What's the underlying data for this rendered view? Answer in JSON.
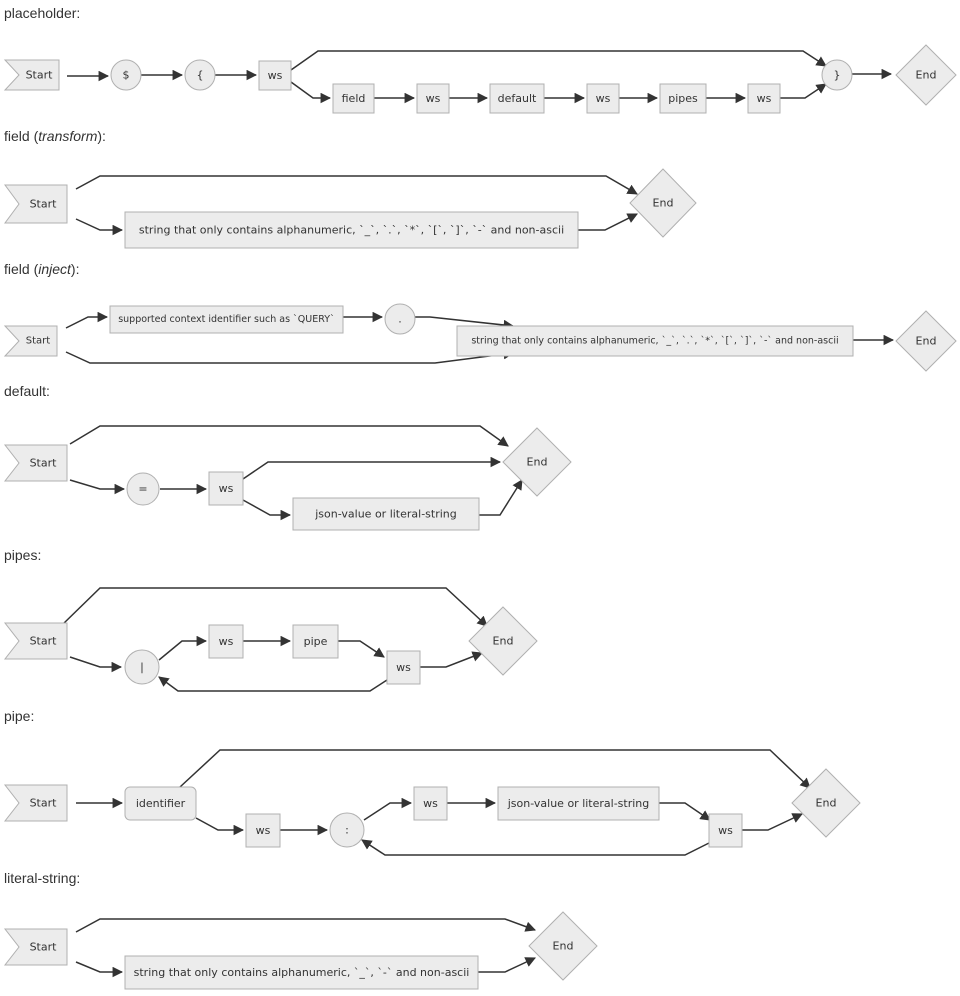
{
  "sections": [
    {
      "title": "placeholder:",
      "nodes": [
        {
          "id": "start",
          "label": "Start"
        },
        {
          "id": "dollar",
          "label": "$"
        },
        {
          "id": "lbrace",
          "label": "{"
        },
        {
          "id": "ws1",
          "label": "ws"
        },
        {
          "id": "field",
          "label": "field"
        },
        {
          "id": "ws2",
          "label": "ws"
        },
        {
          "id": "default",
          "label": "default"
        },
        {
          "id": "ws3",
          "label": "ws"
        },
        {
          "id": "pipes",
          "label": "pipes"
        },
        {
          "id": "ws4",
          "label": "ws"
        },
        {
          "id": "rbrace",
          "label": "}"
        },
        {
          "id": "end",
          "label": "End"
        }
      ]
    },
    {
      "title_prefix": "field (",
      "title_italic": "transform",
      "title_suffix": "):",
      "nodes": [
        {
          "id": "start",
          "label": "Start"
        },
        {
          "id": "str",
          "label": "string that only contains alphanumeric, `_`, `.`, `*`, `[`, `]`, `-` and non-ascii"
        },
        {
          "id": "end",
          "label": "End"
        }
      ]
    },
    {
      "title_prefix": "field (",
      "title_italic": "inject",
      "title_suffix": "):",
      "nodes": [
        {
          "id": "start",
          "label": "Start"
        },
        {
          "id": "ctx",
          "label": "supported context identifier such as `QUERY`"
        },
        {
          "id": "dot",
          "label": "."
        },
        {
          "id": "str",
          "label": "string that only contains alphanumeric, `_`, `.`, `*`, `[`, `]`, `-` and non-ascii"
        },
        {
          "id": "end",
          "label": "End"
        }
      ]
    },
    {
      "title": "default:",
      "nodes": [
        {
          "id": "start",
          "label": "Start"
        },
        {
          "id": "eq",
          "label": "="
        },
        {
          "id": "ws",
          "label": "ws"
        },
        {
          "id": "json",
          "label": "json-value or literal-string"
        },
        {
          "id": "end",
          "label": "End"
        }
      ]
    },
    {
      "title": "pipes:",
      "nodes": [
        {
          "id": "start",
          "label": "Start"
        },
        {
          "id": "bar",
          "label": "|"
        },
        {
          "id": "ws1",
          "label": "ws"
        },
        {
          "id": "pipe",
          "label": "pipe"
        },
        {
          "id": "ws2",
          "label": "ws"
        },
        {
          "id": "end",
          "label": "End"
        }
      ]
    },
    {
      "title": "pipe:",
      "nodes": [
        {
          "id": "start",
          "label": "Start"
        },
        {
          "id": "ident",
          "label": "identifier"
        },
        {
          "id": "ws1",
          "label": "ws"
        },
        {
          "id": "colon",
          "label": ":"
        },
        {
          "id": "ws2",
          "label": "ws"
        },
        {
          "id": "json",
          "label": "json-value or literal-string"
        },
        {
          "id": "ws3",
          "label": "ws"
        },
        {
          "id": "end",
          "label": "End"
        }
      ]
    },
    {
      "title": "literal-string:",
      "nodes": [
        {
          "id": "start",
          "label": "Start"
        },
        {
          "id": "str",
          "label": "string that only contains alphanumeric, `_`, `-` and non-ascii"
        },
        {
          "id": "end",
          "label": "End"
        }
      ]
    }
  ],
  "colors": {
    "node_fill": "#ececec",
    "node_stroke": "#b0b0b0",
    "edge": "#333333",
    "text": "#333333"
  }
}
